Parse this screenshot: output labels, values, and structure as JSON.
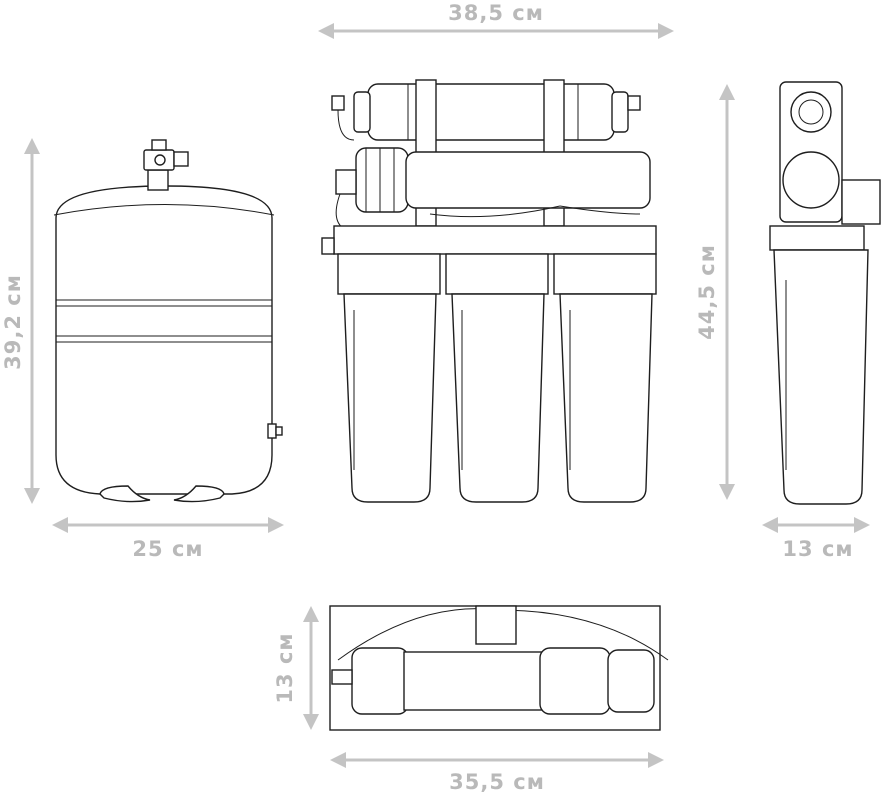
{
  "dimensions": {
    "system_width": "38,5 см",
    "system_height": "44,5 см",
    "system_depth_side": "13 см",
    "tank_height": "39,2 см",
    "tank_width": "25 см",
    "top_view_depth": "13 см",
    "top_view_width": "35,5 см"
  },
  "colors": {
    "dimension": "#c4c4c4",
    "line": "#1e1e1e",
    "background": "#ffffff"
  }
}
